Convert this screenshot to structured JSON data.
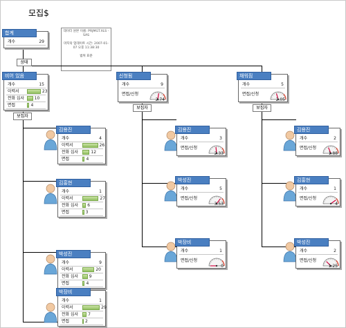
{
  "title": "모집$",
  "info": {
    "line1": "데이터 원본 이름: PRJMGT.XLS -",
    "line2": "SAS",
    "line3": "마지막 업데이트 시간: 2007-01-",
    "line4": "07 오후 11:38:30",
    "line5": "범위 표준"
  },
  "connectors": {
    "status": "상태",
    "recruiter": "보집자"
  },
  "colors": {
    "header": "#4a7fc1",
    "bar": "#9cc66b",
    "needle": "#d0003c"
  },
  "root": {
    "name": "합계",
    "label": "개수",
    "value": "29"
  },
  "groups": [
    {
      "name": "비어 있음",
      "rows": [
        {
          "label": "개수",
          "value": "15"
        },
        {
          "label": "이력서",
          "value": "23",
          "bar": 23
        },
        {
          "label": "전화 심사",
          "value": "10",
          "bar": 10
        },
        {
          "label": "면접",
          "value": "4",
          "bar": 4
        }
      ],
      "people": [
        {
          "name": "김용진",
          "rows": [
            {
              "label": "개수",
              "value": "4"
            },
            {
              "label": "이력서",
              "value": "26",
              "bar": 26
            },
            {
              "label": "전화 심사",
              "value": "12",
              "bar": 12
            },
            {
              "label": "면접",
              "value": "4",
              "bar": 4
            }
          ]
        },
        {
          "name": "김홍현",
          "rows": [
            {
              "label": "개수",
              "value": "1"
            },
            {
              "label": "이력서",
              "value": "27",
              "bar": 27
            },
            {
              "label": "전화 심사",
              "value": "6",
              "bar": 6
            },
            {
              "label": "면접",
              "value": "3",
              "bar": 3
            }
          ]
        },
        {
          "name": "박성진",
          "rows": [
            {
              "label": "개수",
              "value": "9"
            },
            {
              "label": "이력서",
              "value": "20",
              "bar": 20
            },
            {
              "label": "전화 심사",
              "value": "9",
              "bar": 9
            },
            {
              "label": "면접",
              "value": "4",
              "bar": 4
            }
          ]
        },
        {
          "name": "박장비",
          "rows": [
            {
              "label": "개수",
              "value": "1"
            },
            {
              "label": "이력서",
              "value": "29",
              "bar": 29
            },
            {
              "label": "전화 심사",
              "value": "7",
              "bar": 7
            },
            {
              "label": "면접",
              "value": "2",
              "bar": 2
            }
          ]
        }
      ]
    },
    {
      "name": "신청됨",
      "count_label": "개수",
      "count": "9",
      "gauge_label": "면접/신청",
      "gauge": 2.74,
      "gauge_text": "2.74",
      "people": [
        {
          "name": "김용진",
          "count": "3",
          "gauge": 2.33,
          "gauge_text": "2.33"
        },
        {
          "name": "박성진",
          "count": "5",
          "gauge": 3.53,
          "gauge_text": "3.53"
        },
        {
          "name": "박장비",
          "count": "1",
          "gauge": 0,
          "gauge_text": "0"
        }
      ]
    },
    {
      "name": "채워짐",
      "count_label": "개수",
      "count": "5",
      "gauge_label": "면접/신청",
      "gauge": 2.05,
      "gauge_text": "2.05",
      "people": [
        {
          "name": "김용진",
          "count": "2",
          "gauge": 1.88,
          "gauge_text": "1.88"
        },
        {
          "name": "김홍현",
          "count": "1",
          "gauge": 4,
          "gauge_text": "4"
        },
        {
          "name": "박성진",
          "count": "2",
          "gauge": 1.25,
          "gauge_text": "1.25"
        }
      ]
    }
  ]
}
